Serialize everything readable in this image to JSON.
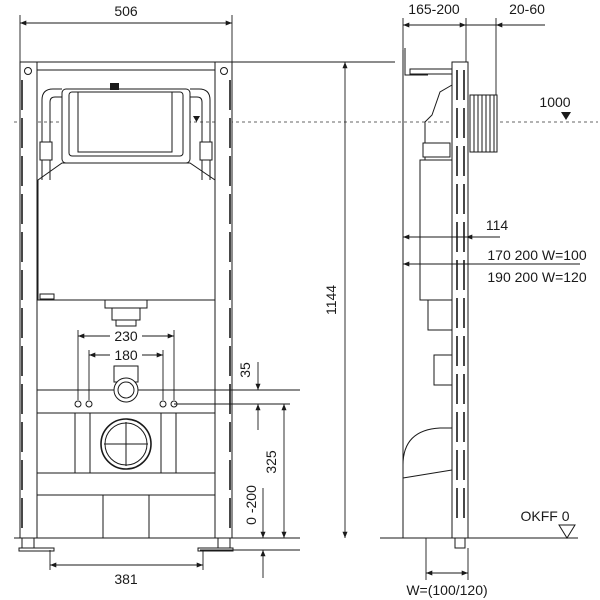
{
  "front_view": {
    "width_label": "506",
    "height_label": "1144",
    "hole_spacing_outer": "230",
    "hole_spacing_inner": "180",
    "bolt_offset": "35",
    "outlet_height": "325",
    "floor_adjust": "0 -200",
    "feet_spacing": "381"
  },
  "side_view": {
    "depth_label": "165-200",
    "plate_depth": "20-60",
    "level_label": "1000",
    "frame_depth": "114",
    "option_100": "170 200 W=100",
    "option_120": "190 200 W=120",
    "floor_label": "OKFF 0",
    "wall_label": "W=(100/120)"
  }
}
